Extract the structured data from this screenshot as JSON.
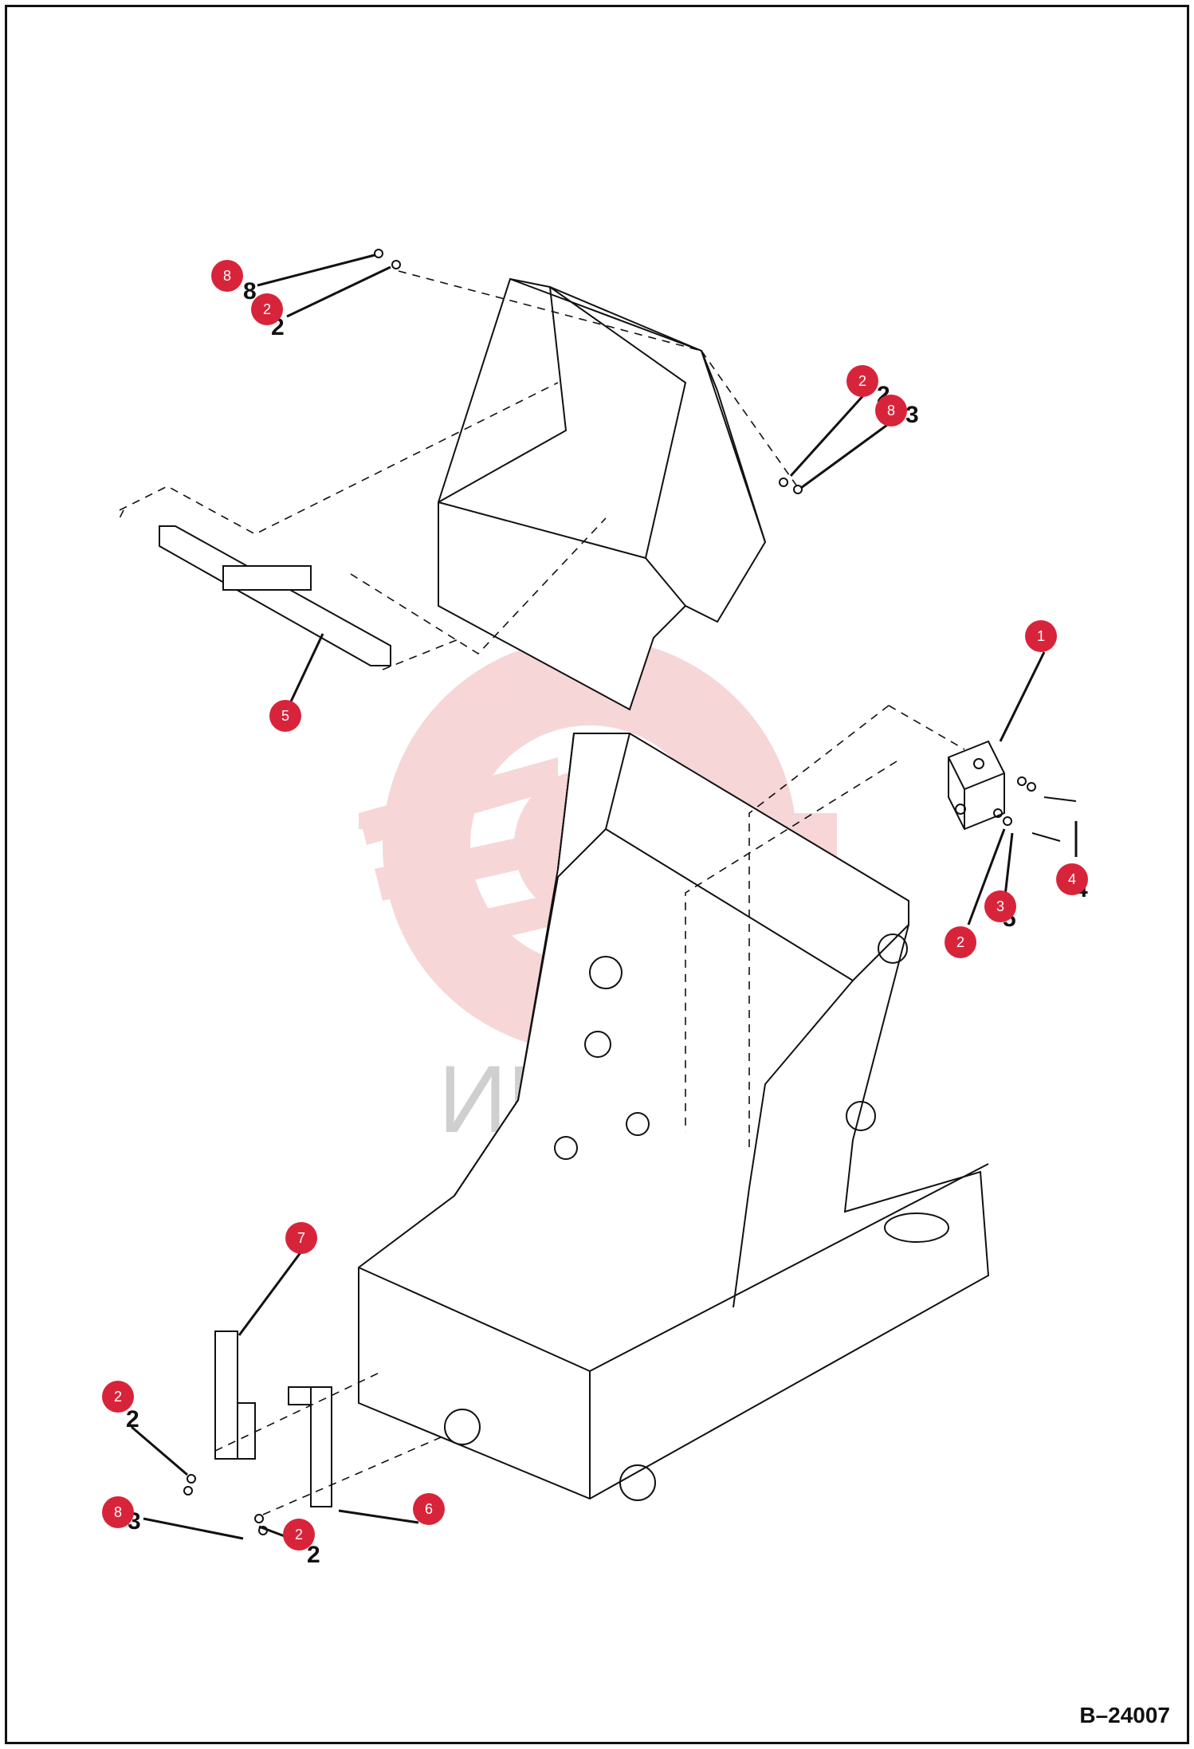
{
  "document": {
    "reference_code": "B–24007",
    "watermark_text": "ИНТЕХ"
  },
  "colors": {
    "callout_fill": "#d8243a",
    "watermark_red": "#f2b5b8",
    "line": "#111111"
  },
  "callouts": [
    {
      "id": "c8a",
      "label": "8"
    },
    {
      "id": "c2a",
      "label": "2"
    },
    {
      "id": "c2b",
      "label": "2"
    },
    {
      "id": "c8b",
      "label": "8"
    },
    {
      "id": "c5",
      "label": "5"
    },
    {
      "id": "c1",
      "label": "1"
    },
    {
      "id": "c4",
      "label": "4"
    },
    {
      "id": "c2c",
      "label": "2"
    },
    {
      "id": "c3",
      "label": "3"
    },
    {
      "id": "c7",
      "label": "7"
    },
    {
      "id": "c2d",
      "label": "2"
    },
    {
      "id": "c8c",
      "label": "8"
    },
    {
      "id": "c2e",
      "label": "2"
    },
    {
      "id": "c6",
      "label": "6"
    }
  ]
}
